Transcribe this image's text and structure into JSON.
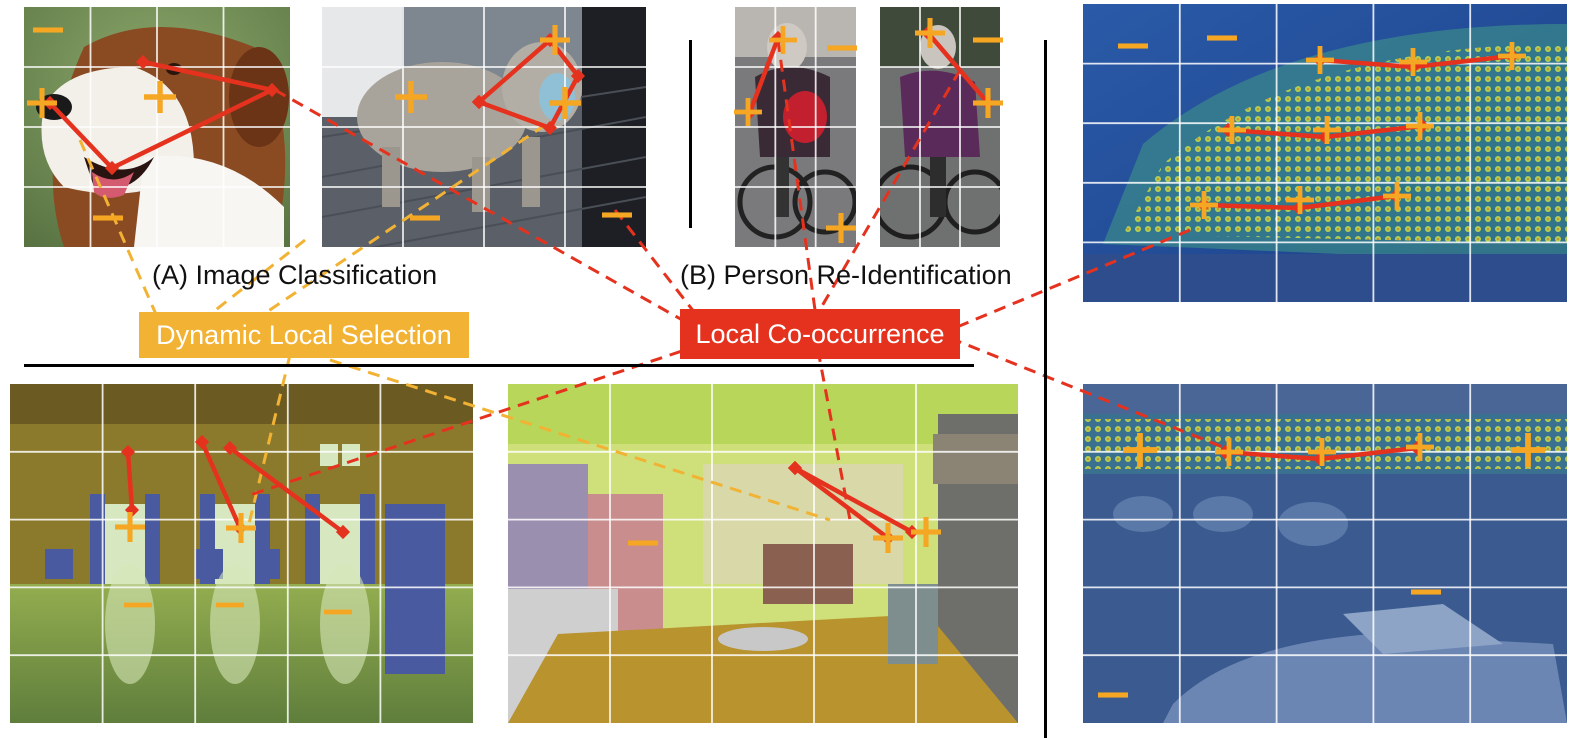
{
  "captions": {
    "image_classification": "(A) Image Classification",
    "person_reid": "(B) Person Re-Identification"
  },
  "labels": {
    "dynamic_local_selection": "Dynamic Local Selection",
    "local_cooccurrence": "Local Co-occurrence"
  },
  "colors": {
    "dynamic": "#F2B233",
    "cooccurrence": "#E5321E",
    "marker": "#F5A623",
    "grid": "#ffffff"
  },
  "marker_glyphs": {
    "plus": "+",
    "minus": "−"
  }
}
